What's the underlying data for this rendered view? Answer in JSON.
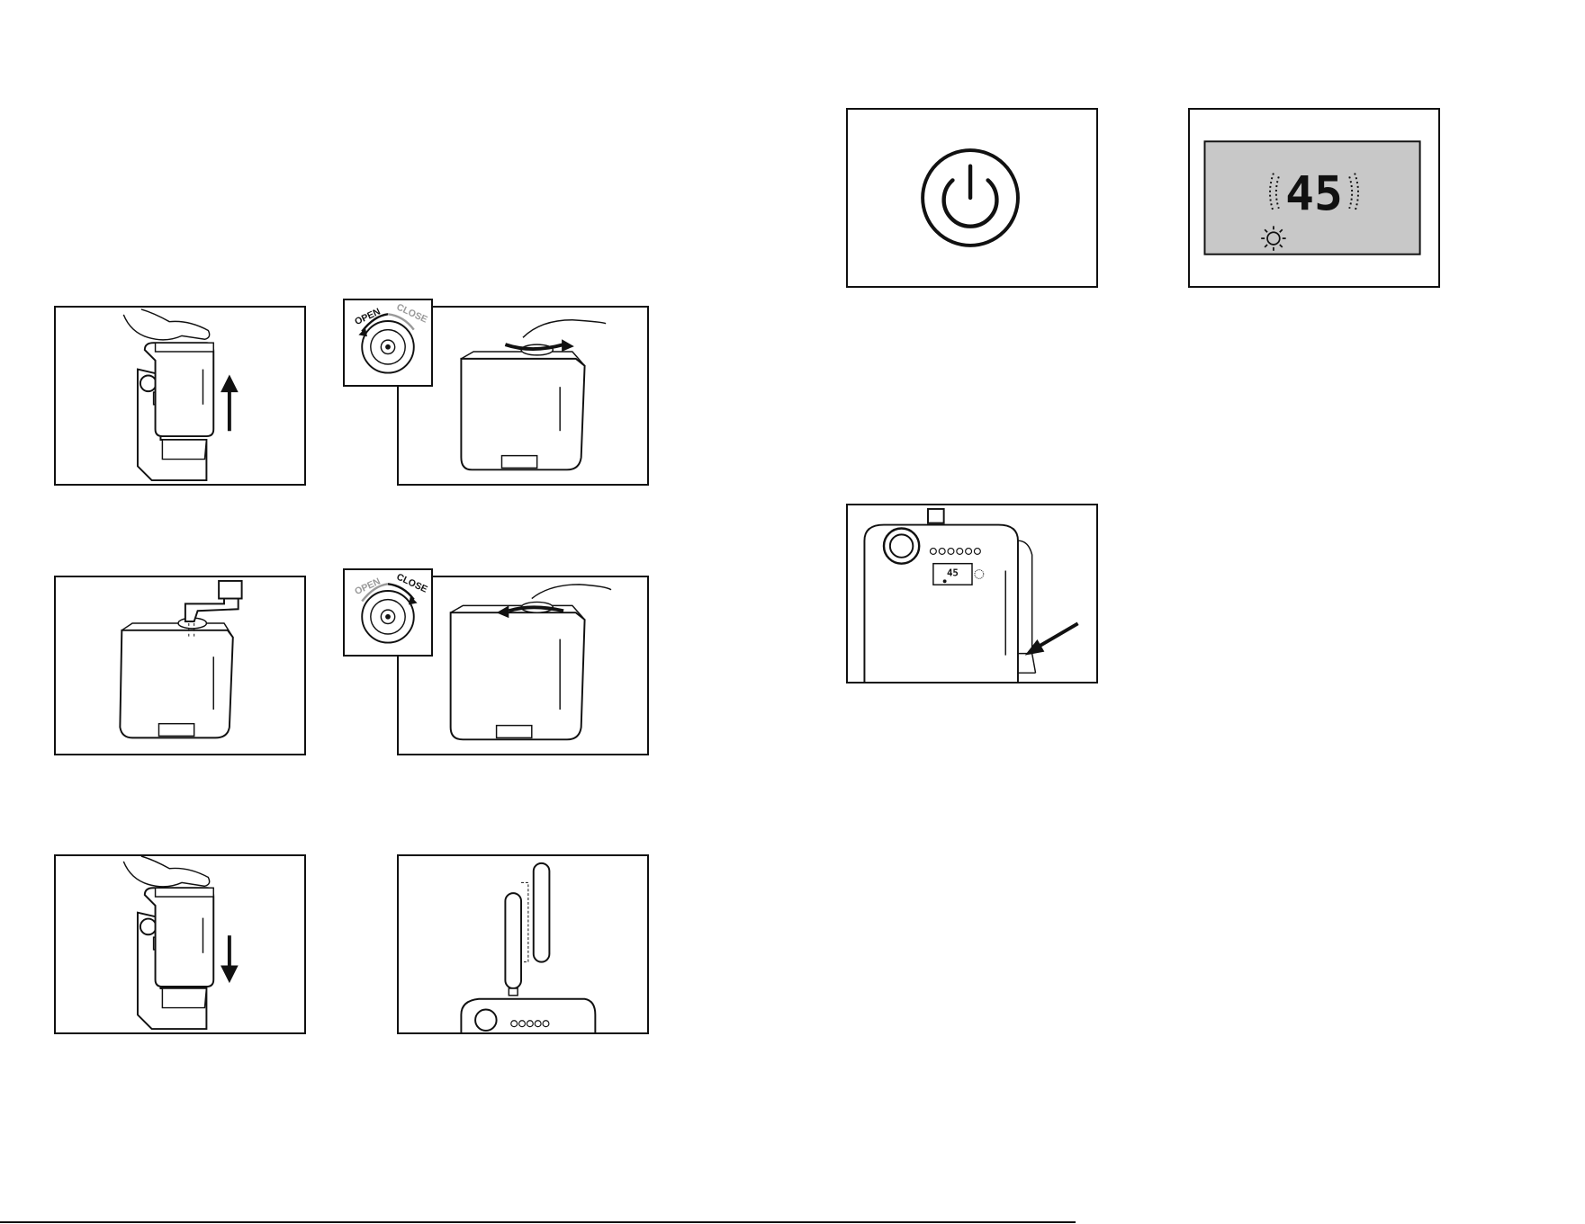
{
  "dial_top": {
    "open_label": "OPEN",
    "close_label": "CLOSE",
    "active": "open"
  },
  "dial_bottom": {
    "open_label": "OPEN",
    "close_label": "CLOSE",
    "active": "close"
  },
  "display": {
    "reading": "45",
    "icon": "sun-icon"
  },
  "mini_display": {
    "reading": "45"
  },
  "icons": {
    "power": "power-icon",
    "arrow_up": "arrow-up-icon",
    "arrow_down": "arrow-down-icon",
    "arrow_pointer": "arrow-pointer-icon"
  },
  "colors": {
    "line": "#111111",
    "lcd_bg": "#c8c8c8",
    "inactive_label": "#999999"
  }
}
